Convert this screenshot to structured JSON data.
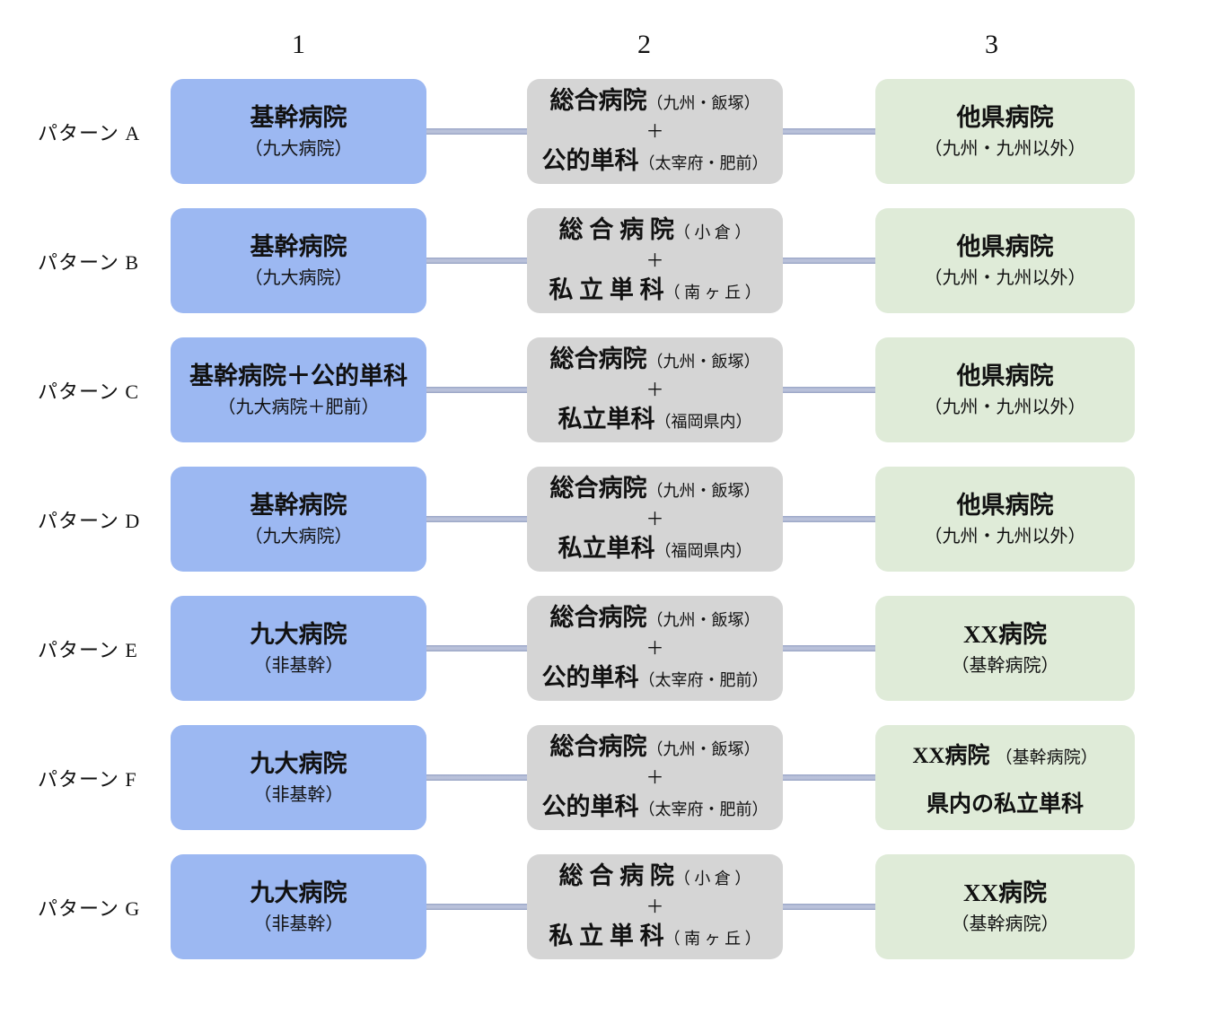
{
  "columns": {
    "c1": "1",
    "c2": "2",
    "c3": "3"
  },
  "colors": {
    "phase1_box": "#9cb8f2",
    "phase2_box": "#d5d5d5",
    "phase3_box": "#dfebd8",
    "connector": "#aab4d0",
    "text": "#111111"
  },
  "rows": [
    {
      "label": "パターン A",
      "col1": {
        "title": "基幹病院",
        "sub": "（九大病院）"
      },
      "col2": {
        "top": "総合病院",
        "top_sub": "（九州・飯塚）",
        "plus": "＋",
        "bottom": "公的単科",
        "bottom_sub": "（太宰府・肥前）"
      },
      "col3": {
        "title": "他県病院",
        "sub": "（九州・九州以外）"
      }
    },
    {
      "label": "パターン B",
      "col1": {
        "title": "基幹病院",
        "sub": "（九大病院）"
      },
      "col2": {
        "top": "総 合 病 院",
        "top_sub": "（ 小 倉 ）",
        "plus": "＋",
        "bottom": "私 立 単 科",
        "bottom_sub": "（ 南 ヶ 丘 ）"
      },
      "col3": {
        "title": "他県病院",
        "sub": "（九州・九州以外）"
      }
    },
    {
      "label": "パターン C",
      "col1": {
        "title": "基幹病院＋公的単科",
        "sub": "（九大病院＋肥前）"
      },
      "col2": {
        "top": "総合病院",
        "top_sub": "（九州・飯塚）",
        "plus": "＋",
        "bottom": "私立単科",
        "bottom_sub": "（福岡県内）"
      },
      "col3": {
        "title": "他県病院",
        "sub": "（九州・九州以外）"
      }
    },
    {
      "label": "パターン D",
      "col1": {
        "title": "基幹病院",
        "sub": "（九大病院）"
      },
      "col2": {
        "top": "総合病院",
        "top_sub": "（九州・飯塚）",
        "plus": "＋",
        "bottom": "私立単科",
        "bottom_sub": "（福岡県内）"
      },
      "col3": {
        "title": "他県病院",
        "sub": "（九州・九州以外）"
      }
    },
    {
      "label": "パターン E",
      "col1": {
        "title": "九大病院",
        "sub": "（非基幹）"
      },
      "col2": {
        "top": "総合病院",
        "top_sub": "（九州・飯塚）",
        "plus": "＋",
        "bottom": "公的単科",
        "bottom_sub": "（太宰府・肥前）"
      },
      "col3": {
        "title": "XX病院",
        "sub": "（基幹病院）"
      }
    },
    {
      "label": "パターン F",
      "col1": {
        "title": "九大病院",
        "sub": "（非基幹）"
      },
      "col2": {
        "top": "総合病院",
        "top_sub": "（九州・飯塚）",
        "plus": "＋",
        "bottom": "公的単科",
        "bottom_sub": "（太宰府・肥前）"
      },
      "col3": {
        "line1": "XX病院",
        "line1_sub": "（基幹病院）",
        "line2": "県内の私立単科"
      }
    },
    {
      "label": "パターン G",
      "col1": {
        "title": "九大病院",
        "sub": "（非基幹）"
      },
      "col2": {
        "top": "総 合 病 院",
        "top_sub": "（ 小 倉 ）",
        "plus": "＋",
        "bottom": "私 立 単 科",
        "bottom_sub": "（ 南 ヶ 丘 ）"
      },
      "col3": {
        "title": "XX病院",
        "sub": "（基幹病院）"
      }
    }
  ]
}
